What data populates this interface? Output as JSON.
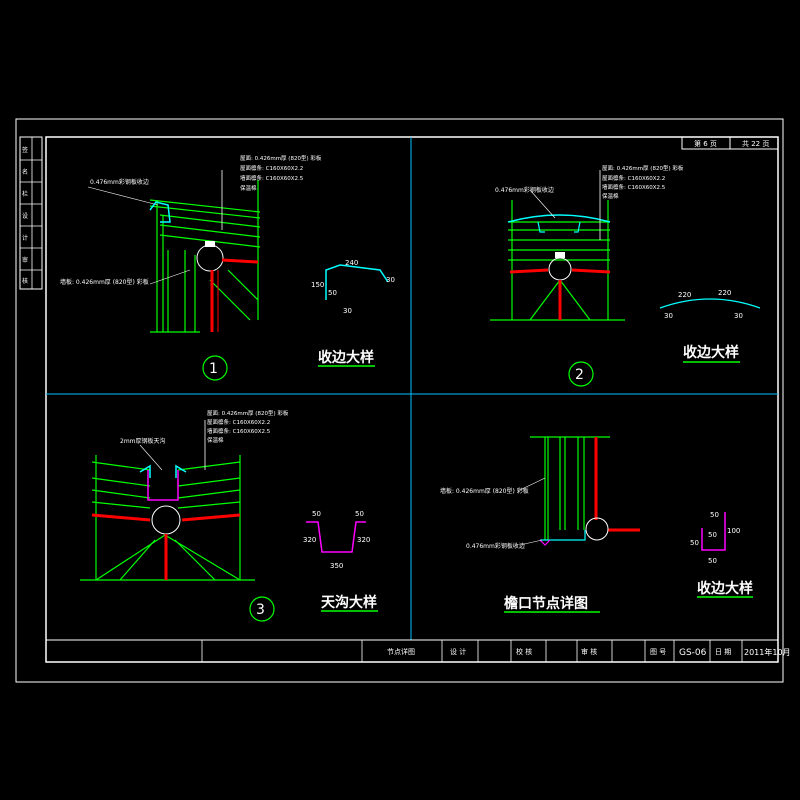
{
  "colors": {
    "background": "#000000",
    "frame": "#ffffff",
    "grid_lines": "#00bfff",
    "structure": "#00ff00",
    "member": "#ff0000",
    "flashing": "#00ffff",
    "gutter": "#ff00ff",
    "title": "#ffff00",
    "text": "#ffffff"
  },
  "detail1": {
    "note_roof": "屋面: 0.426mm厚 (820型) 彩板",
    "note_purlin1": "屋面檩条: C160X60X2.2",
    "note_purlin2": "墙面檩条: C160X60X2.5",
    "note_insul": "保温棉",
    "note_flash": "0.476mm彩钢板收边",
    "note_wall": "墙板: 0.426mm厚 (820型) 彩板",
    "dims": [
      "240",
      "30",
      "150",
      "50",
      "30"
    ],
    "title": "收边大样",
    "number": "1"
  },
  "detail2": {
    "note_roof": "屋面: 0.426mm厚 (820型) 彩板",
    "note_purlin1": "屋面檩条: C160X60X2.2",
    "note_purlin2": "墙面檩条: C160X60X2.5",
    "note_insul": "保温棉",
    "note_flash": "0.476mm彩钢板收边",
    "dims": [
      "220",
      "220",
      "30",
      "30"
    ],
    "title": "收边大样",
    "number": "2"
  },
  "detail3": {
    "note_roof": "屋面: 0.426mm厚 (820型) 彩板",
    "note_purlin1": "屋面檩条: C160X60X2.2",
    "note_purlin2": "墙面檩条: C160X60X2.5",
    "note_insul": "保温棉",
    "note_gutter": "2mm厚钢板天沟",
    "dims": [
      "50",
      "50",
      "320",
      "320",
      "350"
    ],
    "title": "天沟大样",
    "number": "3"
  },
  "detail4": {
    "note_wall": "墙板: 0.426mm厚 (820型) 彩板",
    "note_flash": "0.476mm彩钢板收边",
    "title": "檐口节点详图",
    "edge_title": "收边大样",
    "dims": [
      "50",
      "100",
      "50",
      "50",
      "50"
    ]
  },
  "sidebar": [
    "签",
    "名",
    "栏",
    "设",
    "计",
    "审",
    "核"
  ],
  "sheet": {
    "label": "第 6 页",
    "total": "共 22 页"
  },
  "title_block": {
    "drawing_name": "节点详图",
    "design": "设 计",
    "check": "校 核",
    "review": "审 核",
    "drawing_no_label": "图 号",
    "drawing_no": "GS-06",
    "date_label": "日 期",
    "date": "2011年10月"
  }
}
